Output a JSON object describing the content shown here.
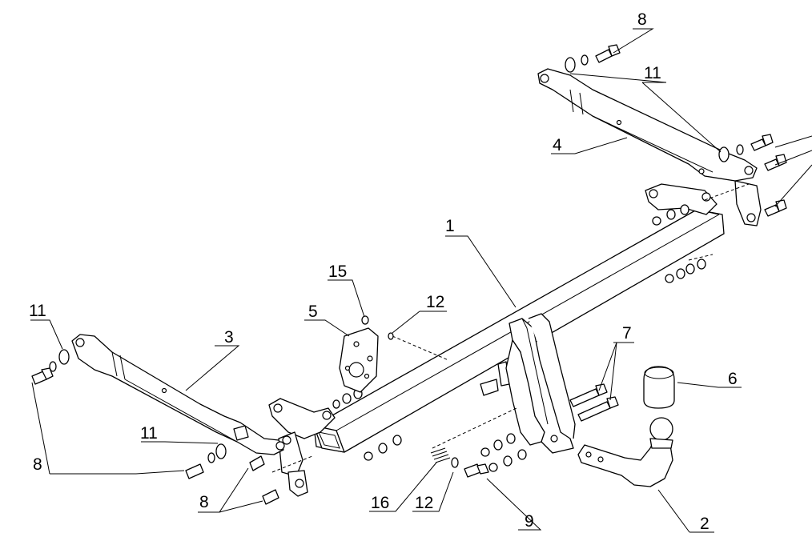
{
  "callouts": [
    {
      "id": "c1",
      "text": "1"
    },
    {
      "id": "c2",
      "text": "2"
    },
    {
      "id": "c3",
      "text": "3"
    },
    {
      "id": "c4",
      "text": "4"
    },
    {
      "id": "c5",
      "text": "5"
    },
    {
      "id": "c6",
      "text": "6"
    },
    {
      "id": "c7",
      "text": "7"
    },
    {
      "id": "c8a",
      "text": "8"
    },
    {
      "id": "c8b",
      "text": "8"
    },
    {
      "id": "c8c",
      "text": "8"
    },
    {
      "id": "c9",
      "text": "9"
    },
    {
      "id": "c11a",
      "text": "11"
    },
    {
      "id": "c11b",
      "text": "11"
    },
    {
      "id": "c11c",
      "text": "11"
    },
    {
      "id": "c12a",
      "text": "12"
    },
    {
      "id": "c12b",
      "text": "12"
    },
    {
      "id": "c15",
      "text": "15"
    },
    {
      "id": "c16",
      "text": "16"
    }
  ]
}
